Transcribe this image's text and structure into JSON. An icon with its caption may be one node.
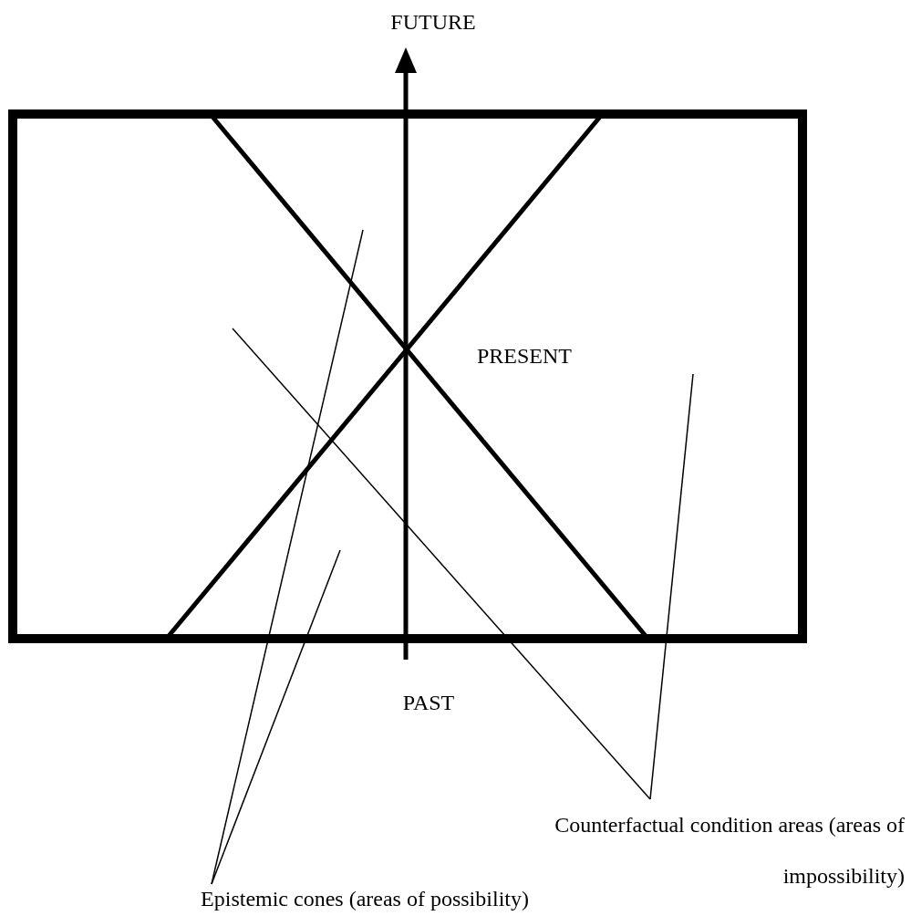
{
  "diagram": {
    "nodes": [
      {
        "text": [
          "Epistemic cones (areas of possibility)"
        ]
      },
      {
        "text": [
          "Counterfactual condition areas (areas of impossibility)"
        ]
      }
    ],
    "edges": [
      {
        "from": 0,
        "to": null,
        "arrow": "none"
      },
      {
        "from": 0,
        "to": null,
        "arrow": "none"
      },
      {
        "from": 1,
        "to": null,
        "arrow": "none"
      },
      {
        "from": 1,
        "to": null,
        "arrow": "none"
      }
    ],
    "labels": [
      "FUTURE",
      "PRESENT",
      "PAST"
    ]
  }
}
